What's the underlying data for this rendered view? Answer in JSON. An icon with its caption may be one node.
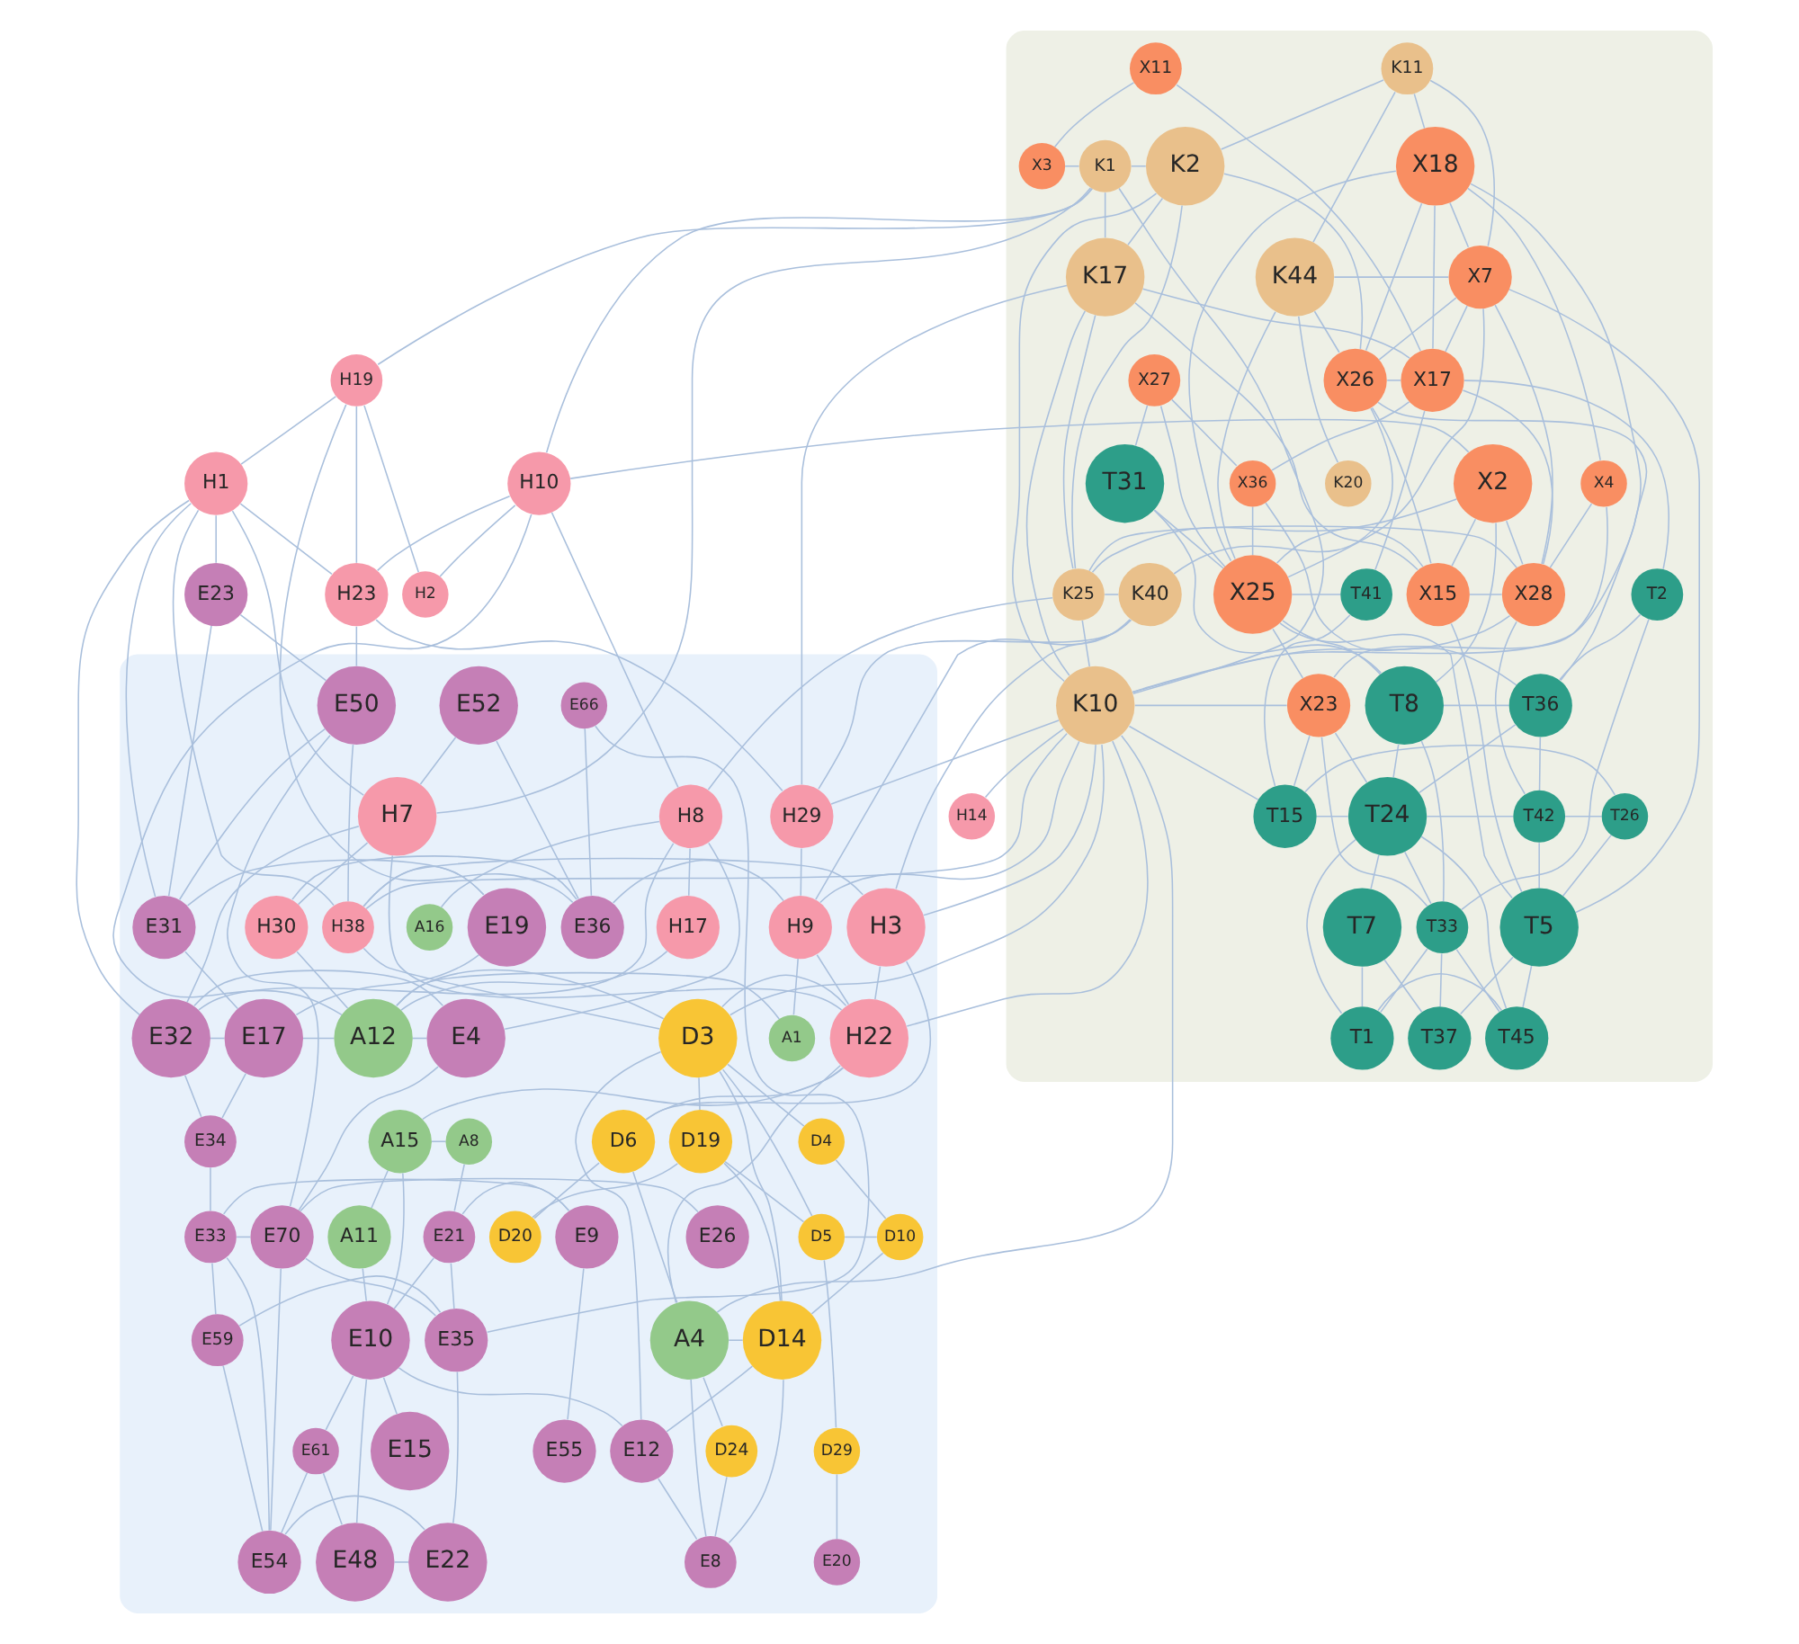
{
  "diagram": {
    "nodes": [
      {
        "text": [],
        "shape": "ellipse"
      },
      {
        "text": [],
        "shape": "ellipse"
      },
      {
        "text": [
          "K11"
        ],
        "in": 0
      },
      {
        "text": [
          "X11"
        ],
        "in": 0
      },
      {
        "text": [
          "K2"
        ],
        "in": 0
      },
      {
        "text": [
          "X18"
        ],
        "in": 0
      },
      {
        "text": [
          "K1"
        ],
        "in": 0
      },
      {
        "text": [
          "X3"
        ],
        "in": 0
      },
      {
        "text": [
          "K44"
        ],
        "in": 0
      },
      {
        "text": [
          "X7"
        ],
        "in": 0
      },
      {
        "text": [
          "K17"
        ],
        "in": 0
      },
      {
        "text": [
          "X26"
        ],
        "in": 0
      },
      {
        "text": [
          "X27"
        ],
        "in": 0
      },
      {
        "text": [
          "H19"
        ]
      },
      {
        "text": [
          "X17"
        ],
        "in": 0
      },
      {
        "text": [
          "K20"
        ],
        "in": 0
      },
      {
        "text": [
          "T31"
        ],
        "in": 0
      },
      {
        "text": [
          "H1"
        ]
      },
      {
        "text": [
          "H10"
        ]
      },
      {
        "text": [
          "X4"
        ],
        "in": 0
      },
      {
        "text": [
          "X2"
        ],
        "in": 0
      },
      {
        "text": [
          "X36"
        ],
        "in": 0
      },
      {
        "text": [
          "H23"
        ]
      },
      {
        "text": [
          "T2"
        ],
        "in": 0
      },
      {
        "text": [
          "K25"
        ],
        "in": 0
      },
      {
        "text": [
          "K40"
        ],
        "in": 0
      },
      {
        "text": [
          "E23"
        ]
      },
      {
        "text": [
          "X15"
        ],
        "in": 0
      },
      {
        "text": [
          "X25"
        ],
        "in": 0
      },
      {
        "text": [
          "T41"
        ],
        "in": 0
      },
      {
        "text": [
          "X28"
        ],
        "in": 0
      },
      {
        "text": [
          "H2"
        ]
      },
      {
        "text": [
          "T36"
        ],
        "in": 0
      },
      {
        "text": [
          "E52"
        ],
        "in": 1
      },
      {
        "text": [
          "K10"
        ],
        "in": 0
      },
      {
        "text": [
          "E66"
        ],
        "in": 1
      },
      {
        "text": [
          "T8"
        ],
        "in": 0
      },
      {
        "text": [
          "X23"
        ],
        "in": 0
      },
      {
        "text": [
          "E50"
        ],
        "in": 1
      },
      {
        "text": [
          "H7"
        ],
        "in": 1
      },
      {
        "text": [
          "T42"
        ],
        "in": 0
      },
      {
        "text": [
          "H29"
        ],
        "in": 1
      },
      {
        "text": [
          "H8"
        ],
        "in": 1
      },
      {
        "text": [
          "T24"
        ],
        "in": 0
      },
      {
        "text": [
          "T15"
        ],
        "in": 0
      },
      {
        "text": [
          "T26"
        ],
        "in": 0
      },
      {
        "text": [
          "H14"
        ]
      },
      {
        "text": [
          "E19"
        ],
        "in": 1
      },
      {
        "text": [
          "E36"
        ],
        "in": 1
      },
      {
        "text": [
          "T33"
        ],
        "in": 0
      },
      {
        "text": [
          "H30"
        ],
        "in": 1
      },
      {
        "text": [
          "A16"
        ],
        "in": 1
      },
      {
        "text": [
          "T5"
        ],
        "in": 0
      },
      {
        "text": [
          "H9"
        ],
        "in": 1
      },
      {
        "text": [
          "T7"
        ],
        "in": 0
      },
      {
        "text": [
          "H17"
        ],
        "in": 1
      },
      {
        "text": [
          "H38"
        ],
        "in": 1
      },
      {
        "text": [
          "E31"
        ],
        "in": 1
      },
      {
        "text": [
          "H3"
        ],
        "in": 1
      },
      {
        "text": [
          "T37"
        ],
        "in": 0
      },
      {
        "text": [
          "E32"
        ],
        "in": 1
      },
      {
        "text": [
          "A1"
        ],
        "in": 1
      },
      {
        "text": [
          "A12"
        ],
        "in": 1
      },
      {
        "text": [
          "E17"
        ],
        "in": 1
      },
      {
        "text": [
          "D3"
        ],
        "in": 1
      },
      {
        "text": [
          "T45"
        ],
        "in": 0
      },
      {
        "text": [
          "H22"
        ],
        "in": 1
      },
      {
        "text": [
          "T1"
        ],
        "in": 0
      },
      {
        "text": [
          "E4"
        ],
        "in": 1
      },
      {
        "text": [
          "E34"
        ],
        "in": 1
      },
      {
        "text": [
          "D6"
        ],
        "in": 1
      },
      {
        "text": [
          "D4"
        ],
        "in": 1
      },
      {
        "text": [
          "A8"
        ],
        "in": 1
      },
      {
        "text": [
          "D19"
        ],
        "in": 1
      },
      {
        "text": [
          "A15"
        ],
        "in": 1
      },
      {
        "text": [
          "E70"
        ],
        "in": 1
      },
      {
        "text": [
          "E26"
        ],
        "in": 1
      },
      {
        "text": [
          "D20"
        ],
        "in": 1
      },
      {
        "text": [
          "E33"
        ],
        "in": 1
      },
      {
        "text": [
          "D10"
        ],
        "in": 1
      },
      {
        "text": [
          "E21"
        ],
        "in": 1
      },
      {
        "text": [
          "E9"
        ],
        "in": 1
      },
      {
        "text": [
          "A11"
        ],
        "in": 1
      },
      {
        "text": [
          "D5"
        ],
        "in": 1
      },
      {
        "text": [
          "E59"
        ],
        "in": 1
      },
      {
        "text": [
          "A4"
        ],
        "in": 1
      },
      {
        "text": [
          "D14"
        ],
        "in": 1
      },
      {
        "text": [
          "E35"
        ],
        "in": 1
      },
      {
        "text": [
          "E10"
        ],
        "in": 1
      },
      {
        "text": [
          "E61"
        ],
        "in": 1
      },
      {
        "text": [
          "E55"
        ],
        "in": 1
      },
      {
        "text": [
          "D29"
        ],
        "in": 1
      },
      {
        "text": [
          "D24"
        ],
        "in": 1
      },
      {
        "text": [
          "E12"
        ],
        "in": 1
      },
      {
        "text": [
          "E54"
        ],
        "in": 1
      },
      {
        "text": [
          "E22"
        ],
        "in": 1
      },
      {
        "text": [
          "E8"
        ],
        "in": 1
      },
      {
        "text": [
          "E48"
        ],
        "in": 1
      },
      {
        "text": [
          "E20"
        ],
        "in": 1
      },
      {
        "text": [
          "E15"
        ],
        "in": 1
      }
    ],
    "edges": [
      {
        "from": 5,
        "to": 2,
        "arrow": "none"
      },
      {
        "from": 3,
        "to": 7,
        "arrow": "none"
      },
      {
        "from": 3,
        "to": 14,
        "arrow": "none"
      },
      {
        "from": 2,
        "to": 4,
        "arrow": "none"
      },
      {
        "from": 2,
        "to": 8,
        "arrow": "none"
      },
      {
        "from": 2,
        "to": 9,
        "arrow": "none"
      },
      {
        "from": 7,
        "to": 6,
        "arrow": "none"
      },
      {
        "from": 4,
        "to": 6,
        "arrow": "none"
      },
      {
        "from": 4,
        "to": 10,
        "arrow": "none"
      },
      {
        "from": 4,
        "to": 11,
        "arrow": "none"
      },
      {
        "from": 4,
        "to": 34,
        "arrow": "none"
      },
      {
        "from": 4,
        "to": 24,
        "arrow": "none"
      },
      {
        "from": 6,
        "to": 13,
        "arrow": "none"
      },
      {
        "from": 6,
        "to": 10,
        "arrow": "none"
      },
      {
        "from": 6,
        "to": 18,
        "arrow": "none"
      },
      {
        "from": 6,
        "to": 34,
        "arrow": "none"
      },
      {
        "from": 6,
        "to": 39,
        "arrow": "none"
      },
      {
        "from": 8,
        "to": 11,
        "arrow": "none"
      },
      {
        "from": 8,
        "to": 15,
        "arrow": "none"
      },
      {
        "from": 8,
        "to": 28,
        "arrow": "none"
      },
      {
        "from": 8,
        "to": 9,
        "arrow": "none"
      },
      {
        "from": 10,
        "to": 27,
        "arrow": "none"
      },
      {
        "from": 10,
        "to": 24,
        "arrow": "none"
      },
      {
        "from": 10,
        "to": 14,
        "arrow": "none"
      },
      {
        "from": 10,
        "to": 41,
        "arrow": "none"
      },
      {
        "from": 10,
        "to": 34,
        "arrow": "none"
      },
      {
        "from": 13,
        "to": 17,
        "arrow": "none"
      },
      {
        "from": 13,
        "to": 22,
        "arrow": "none"
      },
      {
        "from": 13,
        "to": 31,
        "arrow": "none"
      },
      {
        "from": 13,
        "to": 48,
        "arrow": "none"
      },
      {
        "from": 18,
        "to": 22,
        "arrow": "none"
      },
      {
        "from": 18,
        "to": 20,
        "arrow": "none"
      },
      {
        "from": 18,
        "to": 42,
        "arrow": "none"
      },
      {
        "from": 18,
        "to": 31,
        "arrow": "none"
      },
      {
        "from": 18,
        "to": 62,
        "arrow": "none"
      },
      {
        "from": 17,
        "to": 26,
        "arrow": "none"
      },
      {
        "from": 17,
        "to": 22,
        "arrow": "none"
      },
      {
        "from": 17,
        "to": 57,
        "arrow": "none"
      },
      {
        "from": 17,
        "to": 56,
        "arrow": "none"
      },
      {
        "from": 17,
        "to": 39,
        "arrow": "none"
      },
      {
        "from": 17,
        "to": 60,
        "arrow": "none"
      },
      {
        "from": 22,
        "to": 38,
        "arrow": "none"
      },
      {
        "from": 22,
        "to": 41,
        "arrow": "none"
      },
      {
        "from": 9,
        "to": 14,
        "arrow": "none"
      },
      {
        "from": 9,
        "to": 28,
        "arrow": "none"
      },
      {
        "from": 9,
        "to": 52,
        "arrow": "none"
      },
      {
        "from": 9,
        "to": 30,
        "arrow": "none"
      },
      {
        "from": 9,
        "to": 11,
        "arrow": "none"
      },
      {
        "from": 5,
        "to": 9,
        "arrow": "none"
      },
      {
        "from": 5,
        "to": 14,
        "arrow": "none"
      },
      {
        "from": 5,
        "to": 11,
        "arrow": "none"
      },
      {
        "from": 5,
        "to": 28,
        "arrow": "none"
      },
      {
        "from": 5,
        "to": 19,
        "arrow": "none"
      },
      {
        "from": 5,
        "to": 34,
        "arrow": "none"
      },
      {
        "from": 12,
        "to": 28,
        "arrow": "none"
      },
      {
        "from": 12,
        "to": 16,
        "arrow": "none"
      },
      {
        "from": 12,
        "to": 21,
        "arrow": "none"
      },
      {
        "from": 11,
        "to": 14,
        "arrow": "none"
      },
      {
        "from": 11,
        "to": 27,
        "arrow": "none"
      },
      {
        "from": 11,
        "to": 25,
        "arrow": "none"
      },
      {
        "from": 11,
        "to": 32,
        "arrow": "none"
      },
      {
        "from": 14,
        "to": 21,
        "arrow": "none"
      },
      {
        "from": 14,
        "to": 29,
        "arrow": "none"
      },
      {
        "from": 14,
        "to": 30,
        "arrow": "none"
      },
      {
        "from": 19,
        "to": 37,
        "arrow": "none"
      },
      {
        "from": 19,
        "to": 30,
        "arrow": "none"
      },
      {
        "from": 20,
        "to": 30,
        "arrow": "none"
      },
      {
        "from": 20,
        "to": 24,
        "arrow": "none"
      },
      {
        "from": 20,
        "to": 27,
        "arrow": "none"
      },
      {
        "from": 20,
        "to": 36,
        "arrow": "none"
      },
      {
        "from": 21,
        "to": 32,
        "arrow": "none"
      },
      {
        "from": 21,
        "to": 28,
        "arrow": "none"
      },
      {
        "from": 16,
        "to": 28,
        "arrow": "none"
      },
      {
        "from": 16,
        "to": 36,
        "arrow": "none"
      },
      {
        "from": 23,
        "to": 32,
        "arrow": "none"
      },
      {
        "from": 23,
        "to": 49,
        "arrow": "none"
      },
      {
        "from": 23,
        "to": 14,
        "arrow": "none"
      },
      {
        "from": 32,
        "to": 36,
        "arrow": "none"
      },
      {
        "from": 32,
        "to": 43,
        "arrow": "none"
      },
      {
        "from": 32,
        "to": 40,
        "arrow": "none"
      },
      {
        "from": 36,
        "to": 43,
        "arrow": "none"
      },
      {
        "from": 36,
        "to": 28,
        "arrow": "none"
      },
      {
        "from": 36,
        "to": 49,
        "arrow": "none"
      },
      {
        "from": 29,
        "to": 28,
        "arrow": "none"
      },
      {
        "from": 29,
        "to": 44,
        "arrow": "none"
      },
      {
        "from": 28,
        "to": 27,
        "arrow": "none"
      },
      {
        "from": 28,
        "to": 52,
        "arrow": "none"
      },
      {
        "from": 28,
        "to": 37,
        "arrow": "none"
      },
      {
        "from": 27,
        "to": 30,
        "arrow": "none"
      },
      {
        "from": 27,
        "to": 52,
        "arrow": "none"
      },
      {
        "from": 30,
        "to": 24,
        "arrow": "none"
      },
      {
        "from": 30,
        "to": 34,
        "arrow": "none"
      },
      {
        "from": 30,
        "to": 40,
        "arrow": "none"
      },
      {
        "from": 24,
        "to": 25,
        "arrow": "none"
      },
      {
        "from": 24,
        "to": 42,
        "arrow": "none"
      },
      {
        "from": 24,
        "to": 34,
        "arrow": "none"
      },
      {
        "from": 25,
        "to": 53,
        "arrow": "none"
      },
      {
        "from": 25,
        "to": 41,
        "arrow": "none"
      },
      {
        "from": 25,
        "to": 58,
        "arrow": "none"
      },
      {
        "from": 37,
        "to": 34,
        "arrow": "none"
      },
      {
        "from": 37,
        "to": 44,
        "arrow": "none"
      },
      {
        "from": 37,
        "to": 43,
        "arrow": "none"
      },
      {
        "from": 34,
        "to": 41,
        "arrow": "none"
      },
      {
        "from": 34,
        "to": 66,
        "arrow": "none"
      },
      {
        "from": 34,
        "to": 58,
        "arrow": "none"
      },
      {
        "from": 34,
        "to": 56,
        "arrow": "none"
      },
      {
        "from": 34,
        "to": 64,
        "arrow": "none"
      },
      {
        "from": 34,
        "to": 46,
        "arrow": "none"
      },
      {
        "from": 34,
        "to": 85,
        "arrow": "none"
      },
      {
        "from": 34,
        "to": 53,
        "arrow": "none"
      },
      {
        "from": 43,
        "to": 40,
        "arrow": "none"
      },
      {
        "from": 43,
        "to": 54,
        "arrow": "none"
      },
      {
        "from": 43,
        "to": 49,
        "arrow": "none"
      },
      {
        "from": 43,
        "to": 67,
        "arrow": "none"
      },
      {
        "from": 43,
        "to": 65,
        "arrow": "none"
      },
      {
        "from": 43,
        "to": 44,
        "arrow": "none"
      },
      {
        "from": 40,
        "to": 45,
        "arrow": "none"
      },
      {
        "from": 40,
        "to": 52,
        "arrow": "none"
      },
      {
        "from": 49,
        "to": 65,
        "arrow": "none"
      },
      {
        "from": 49,
        "to": 59,
        "arrow": "none"
      },
      {
        "from": 49,
        "to": 67,
        "arrow": "none"
      },
      {
        "from": 49,
        "to": 37,
        "arrow": "none"
      },
      {
        "from": 54,
        "to": 67,
        "arrow": "none"
      },
      {
        "from": 54,
        "to": 59,
        "arrow": "none"
      },
      {
        "from": 67,
        "to": 65,
        "arrow": "none"
      },
      {
        "from": 65,
        "to": 52,
        "arrow": "none"
      },
      {
        "from": 52,
        "to": 45,
        "arrow": "none"
      },
      {
        "from": 52,
        "to": 59,
        "arrow": "none"
      },
      {
        "from": 44,
        "to": 34,
        "arrow": "none"
      },
      {
        "from": 44,
        "to": 45,
        "arrow": "none"
      },
      {
        "from": 39,
        "to": 50,
        "arrow": "none"
      },
      {
        "from": 39,
        "to": 66,
        "arrow": "none"
      },
      {
        "from": 39,
        "to": 60,
        "arrow": "none"
      },
      {
        "from": 39,
        "to": 33,
        "arrow": "none"
      },
      {
        "from": 42,
        "to": 51,
        "arrow": "none"
      },
      {
        "from": 42,
        "to": 68,
        "arrow": "none"
      },
      {
        "from": 42,
        "to": 55,
        "arrow": "none"
      },
      {
        "from": 42,
        "to": 60,
        "arrow": "none"
      },
      {
        "from": 41,
        "to": 53,
        "arrow": "none"
      },
      {
        "from": 53,
        "to": 66,
        "arrow": "none"
      },
      {
        "from": 53,
        "to": 61,
        "arrow": "none"
      },
      {
        "from": 53,
        "to": 48,
        "arrow": "none"
      },
      {
        "from": 50,
        "to": 62,
        "arrow": "none"
      },
      {
        "from": 50,
        "to": 48,
        "arrow": "none"
      },
      {
        "from": 55,
        "to": 62,
        "arrow": "none"
      },
      {
        "from": 58,
        "to": 66,
        "arrow": "none"
      },
      {
        "from": 58,
        "to": 70,
        "arrow": "none"
      },
      {
        "from": 58,
        "to": 56,
        "arrow": "none"
      },
      {
        "from": 56,
        "to": 64,
        "arrow": "none"
      },
      {
        "from": 56,
        "to": 47,
        "arrow": "none"
      },
      {
        "from": 56,
        "to": 38,
        "arrow": "none"
      },
      {
        "from": 66,
        "to": 74,
        "arrow": "none"
      },
      {
        "from": 66,
        "to": 85,
        "arrow": "none"
      },
      {
        "from": 66,
        "to": 70,
        "arrow": "none"
      },
      {
        "from": 66,
        "to": 64,
        "arrow": "none"
      },
      {
        "from": 64,
        "to": 73,
        "arrow": "none"
      },
      {
        "from": 64,
        "to": 71,
        "arrow": "none"
      },
      {
        "from": 64,
        "to": 83,
        "arrow": "none"
      },
      {
        "from": 64,
        "to": 86,
        "arrow": "none"
      },
      {
        "from": 64,
        "to": 93,
        "arrow": "none"
      },
      {
        "from": 64,
        "to": 62,
        "arrow": "none"
      },
      {
        "from": 71,
        "to": 79,
        "arrow": "none"
      },
      {
        "from": 73,
        "to": 77,
        "arrow": "none"
      },
      {
        "from": 73,
        "to": 86,
        "arrow": "none"
      },
      {
        "from": 73,
        "to": 83,
        "arrow": "none"
      },
      {
        "from": 70,
        "to": 77,
        "arrow": "none"
      },
      {
        "from": 70,
        "to": 85,
        "arrow": "none"
      },
      {
        "from": 83,
        "to": 79,
        "arrow": "none"
      },
      {
        "from": 83,
        "to": 91,
        "arrow": "none"
      },
      {
        "from": 79,
        "to": 86,
        "arrow": "none"
      },
      {
        "from": 91,
        "to": 98,
        "arrow": "none"
      },
      {
        "from": 86,
        "to": 93,
        "arrow": "none"
      },
      {
        "from": 86,
        "to": 85,
        "arrow": "none"
      },
      {
        "from": 92,
        "to": 96,
        "arrow": "none"
      },
      {
        "from": 92,
        "to": 85,
        "arrow": "none"
      },
      {
        "from": 85,
        "to": 96,
        "arrow": "none"
      },
      {
        "from": 74,
        "to": 82,
        "arrow": "none"
      },
      {
        "from": 74,
        "to": 88,
        "arrow": "none"
      },
      {
        "from": 82,
        "to": 88,
        "arrow": "none"
      },
      {
        "from": 62,
        "to": 68,
        "arrow": "none"
      },
      {
        "from": 62,
        "to": 63,
        "arrow": "none"
      },
      {
        "from": 61,
        "to": 62,
        "arrow": "none"
      },
      {
        "from": 72,
        "to": 80,
        "arrow": "none"
      },
      {
        "from": 72,
        "to": 74,
        "arrow": "none"
      },
      {
        "from": 68,
        "to": 75,
        "arrow": "none"
      },
      {
        "from": 68,
        "to": 60,
        "arrow": "none"
      },
      {
        "from": 60,
        "to": 63,
        "arrow": "none"
      },
      {
        "from": 60,
        "to": 69,
        "arrow": "none"
      },
      {
        "from": 63,
        "to": 47,
        "arrow": "none"
      },
      {
        "from": 63,
        "to": 57,
        "arrow": "none"
      },
      {
        "from": 47,
        "to": 57,
        "arrow": "none"
      },
      {
        "from": 57,
        "to": 38,
        "arrow": "none"
      },
      {
        "from": 57,
        "to": 26,
        "arrow": "none"
      },
      {
        "from": 26,
        "to": 38,
        "arrow": "none"
      },
      {
        "from": 33,
        "to": 48,
        "arrow": "none"
      },
      {
        "from": 35,
        "to": 87,
        "arrow": "none"
      },
      {
        "from": 35,
        "to": 48,
        "arrow": "none"
      },
      {
        "from": 38,
        "to": 75,
        "arrow": "none"
      },
      {
        "from": 75,
        "to": 76,
        "arrow": "none"
      },
      {
        "from": 75,
        "to": 78,
        "arrow": "none"
      },
      {
        "from": 75,
        "to": 87,
        "arrow": "none"
      },
      {
        "from": 75,
        "to": 94,
        "arrow": "none"
      },
      {
        "from": 78,
        "to": 81,
        "arrow": "none"
      },
      {
        "from": 78,
        "to": 69,
        "arrow": "none"
      },
      {
        "from": 78,
        "to": 84,
        "arrow": "none"
      },
      {
        "from": 78,
        "to": 94,
        "arrow": "none"
      },
      {
        "from": 81,
        "to": 90,
        "arrow": "none"
      },
      {
        "from": 81,
        "to": 80,
        "arrow": "none"
      },
      {
        "from": 84,
        "to": 94,
        "arrow": "none"
      },
      {
        "from": 84,
        "to": 87,
        "arrow": "none"
      },
      {
        "from": 87,
        "to": 95,
        "arrow": "none"
      },
      {
        "from": 87,
        "to": 80,
        "arrow": "none"
      },
      {
        "from": 80,
        "to": 88,
        "arrow": "none"
      },
      {
        "from": 88,
        "to": 97,
        "arrow": "none"
      },
      {
        "from": 88,
        "to": 89,
        "arrow": "none"
      },
      {
        "from": 88,
        "to": 99,
        "arrow": "none"
      },
      {
        "from": 88,
        "to": 93,
        "arrow": "none"
      },
      {
        "from": 89,
        "to": 97,
        "arrow": "none"
      },
      {
        "from": 97,
        "to": 95,
        "arrow": "none"
      },
      {
        "from": 95,
        "to": 94,
        "arrow": "none"
      },
      {
        "from": 93,
        "to": 96,
        "arrow": "none"
      },
      {
        "from": 96,
        "to": 86,
        "arrow": "none"
      },
      {
        "from": 69,
        "to": 63,
        "arrow": "none"
      },
      {
        "from": 89,
        "to": 94,
        "arrow": "none"
      }
    ]
  }
}
